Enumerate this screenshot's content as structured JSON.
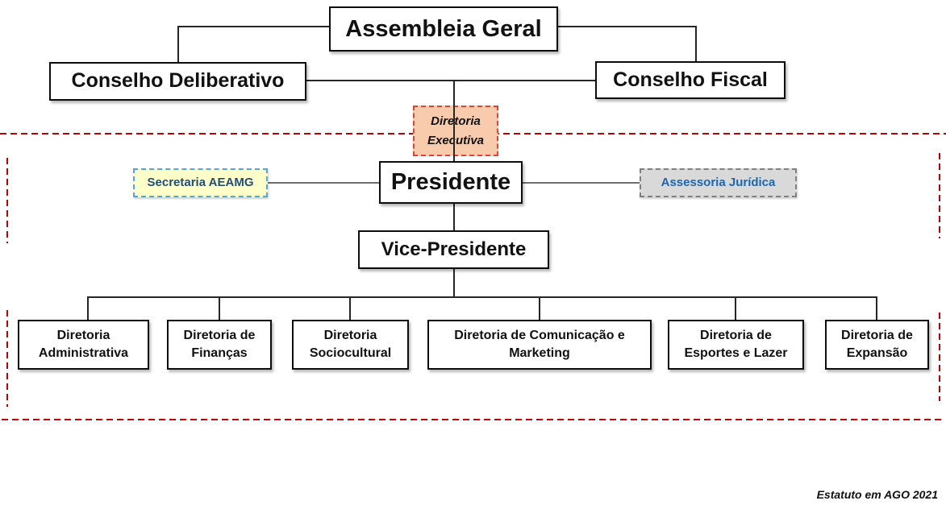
{
  "org": {
    "assembleia_geral": "Assembleia Geral",
    "conselho_deliberativo": "Conselho Deliberativo",
    "conselho_fiscal": "Conselho Fiscal",
    "diretoria_executiva": "Diretoria Executiva",
    "secretaria": "Secretaria AEAMG",
    "assessoria": "Assessoria Jurídica",
    "presidente": "Presidente",
    "vice_presidente": "Vice-Presidente",
    "diretorias": [
      "Diretoria Administrativa",
      "Diretoria de Finanças",
      "Diretoria Sociocultural",
      "Diretoria de Comunicação e Marketing",
      "Diretoria de Esportes e Lazer",
      "Diretoria de Expansão"
    ]
  },
  "footnote": "Estatuto em AGO 2021",
  "colors": {
    "exec_fill": "#F8CBAD",
    "exec_border": "#E04434",
    "secretaria_fill": "#FFFFC9",
    "secretaria_border": "#54A6DC",
    "secretaria_text": "#1F4E79",
    "assessoria_fill": "#D9D9D9",
    "assessoria_border": "#808080",
    "assessoria_text": "#1B67B3",
    "dashed_region": "#C00000"
  }
}
